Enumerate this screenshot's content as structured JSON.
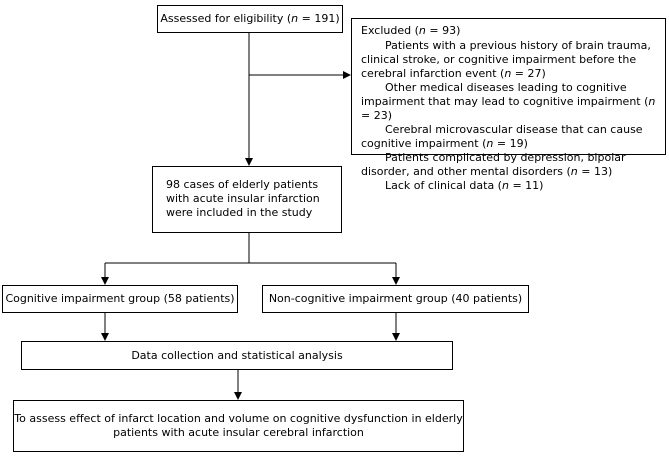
{
  "assessed": {
    "prefix": "Assessed for eligibility (",
    "n_symbol": "n",
    "suffix": " = 191)"
  },
  "excluded": {
    "title_prefix": "Excluded (",
    "title_n": "n",
    "title_suffix": " = 93)",
    "items": [
      {
        "text": "Patients with a previous history of brain trauma, clinical stroke, or cognitive impairment before the cerebral infarction event (",
        "n": "n",
        "suffix": " = 27)"
      },
      {
        "text": "Other medical diseases leading to cognitive impairment that may lead to cognitive impairment (",
        "n": "n",
        "suffix": " = 23)"
      },
      {
        "text": "Cerebral microvascular disease that can cause cognitive impairment (",
        "n": "n",
        "suffix": " = 19)"
      },
      {
        "text": "Patients complicated by depression, bipolar disorder, and other mental disorders (",
        "n": "n",
        "suffix": " = 13)"
      },
      {
        "text": "Lack of clinical data (",
        "n": "n",
        "suffix": " = 11)"
      }
    ]
  },
  "included": {
    "lines": [
      "98 cases of elderly patients",
      "with acute insular infarction",
      "were included in the study"
    ]
  },
  "groups": {
    "cognitive": "Cognitive impairment group (58 patients)",
    "non_cognitive": "Non-cognitive impairment group (40 patients)"
  },
  "data_collection": "Data collection and statistical analysis",
  "assessment": {
    "lines": [
      "To assess effect of infarct location and volume on cognitive dysfunction in elderly",
      "patients with acute insular cerebral infarction"
    ]
  }
}
